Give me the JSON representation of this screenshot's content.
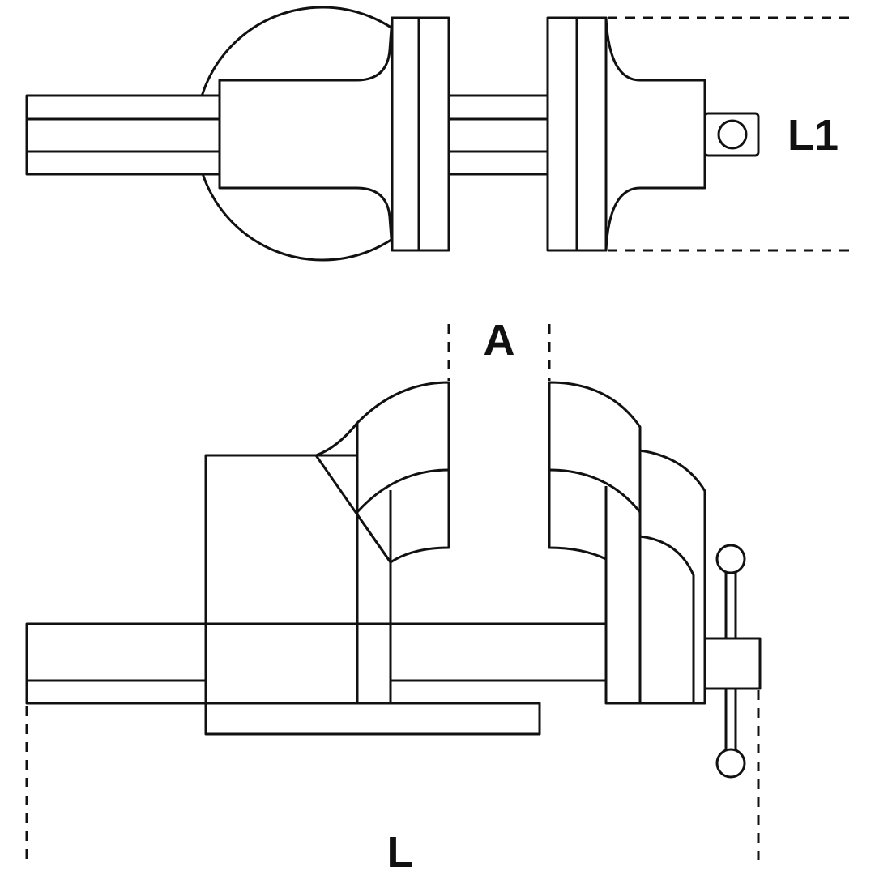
{
  "labels": {
    "width_dimension": "L1",
    "jaw_opening": "A",
    "length_dimension": "L"
  },
  "colors": {
    "line": "#111111",
    "background": "#ffffff"
  }
}
